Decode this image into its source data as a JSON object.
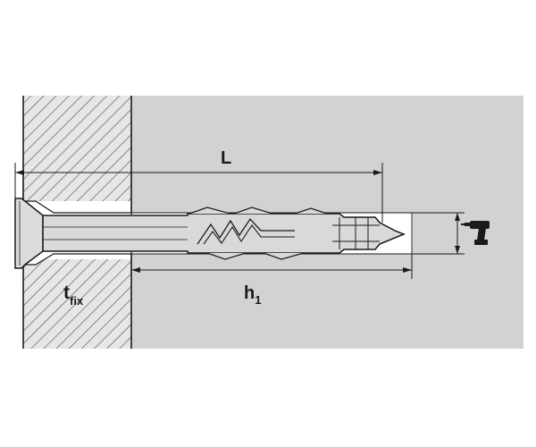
{
  "diagram": {
    "labels": {
      "length": "L",
      "embedment_main": "h",
      "embedment_sub": "1",
      "fixture_main": "t",
      "fixture_sub": "fix"
    },
    "icons": {
      "drill": "power-drill-icon"
    },
    "colors": {
      "substrate": "#d2d2d2",
      "fixture_hatch_bg": "#e4e4e4",
      "anchor_fill": "#d9d9d9",
      "line": "#1a1a1a"
    }
  }
}
